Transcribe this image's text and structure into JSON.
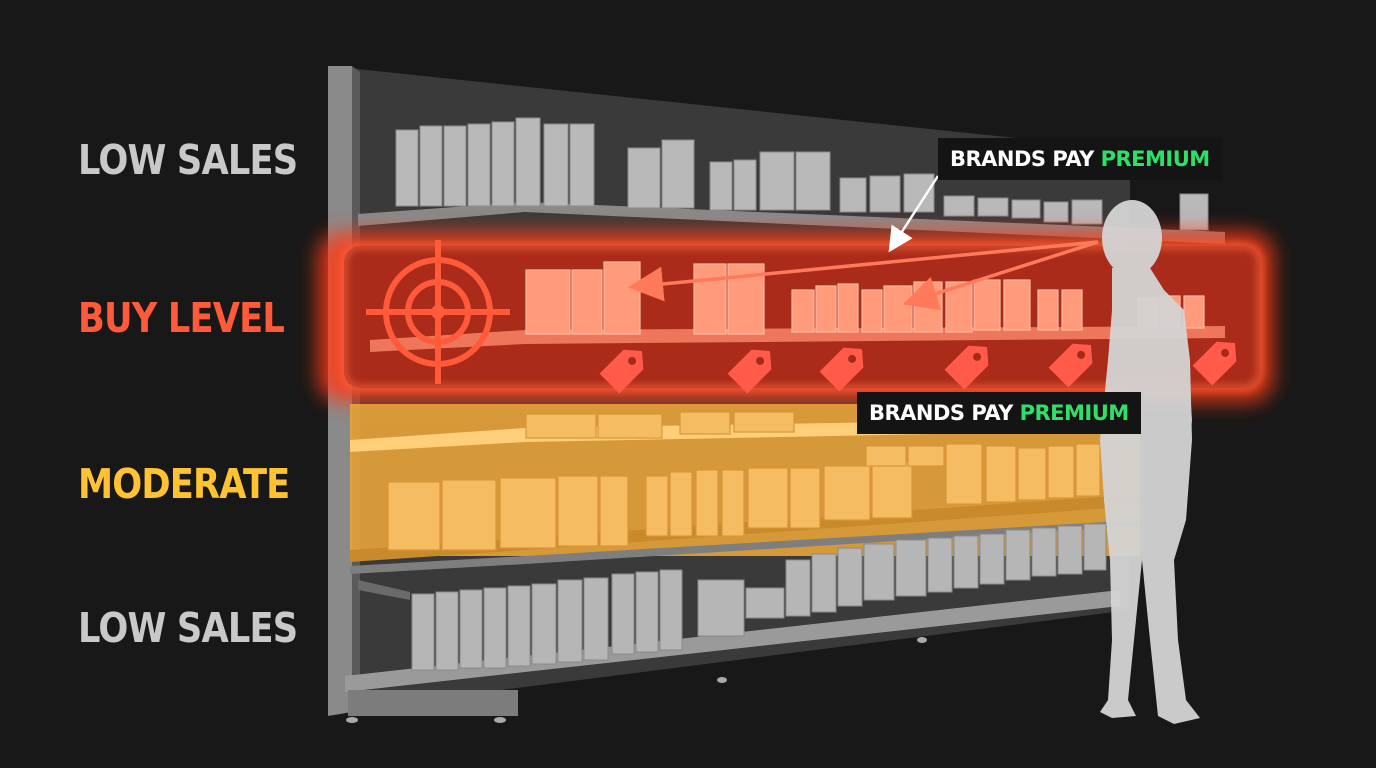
{
  "labels": {
    "top": "LOW SALES",
    "buy": "BUY LEVEL",
    "moderate": "MODERATE",
    "bottom": "LOW SALES"
  },
  "callouts": [
    {
      "text": "BRANDS PAY",
      "highlight": "PREMIUM"
    },
    {
      "text": "BRANDS PAY",
      "highlight": "PREMIUM"
    }
  ],
  "colors": {
    "background": "#181818",
    "low_sales": "#c9c9c9",
    "buy_level": "#ff5a3a",
    "moderate": "#ffc233",
    "premium": "#2ee06a",
    "price_tag": "#ff5a4a"
  },
  "icons": [
    "target-crosshair-icon",
    "price-tag-icon",
    "person-silhouette-icon"
  ]
}
